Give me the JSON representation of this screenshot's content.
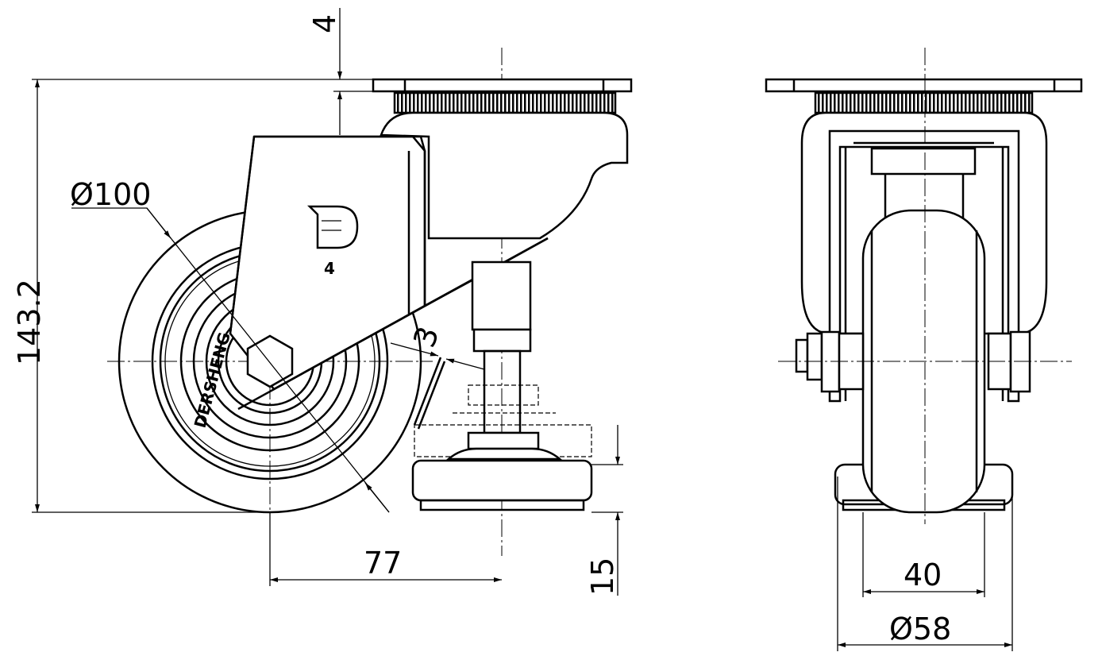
{
  "drawing": {
    "side_view": {
      "dim_top_plate": "4",
      "dim_total_height": "143.2",
      "dim_wheel_diameter": "Ø100",
      "dim_offset": "77",
      "dim_foot_height": "15",
      "dim_angle_gap": "3",
      "bracket_number": "4",
      "wheel_brand_text": "DERSHENG"
    },
    "front_view": {
      "dim_wheel_width": "40",
      "dim_foot_diameter": "Ø58"
    }
  }
}
